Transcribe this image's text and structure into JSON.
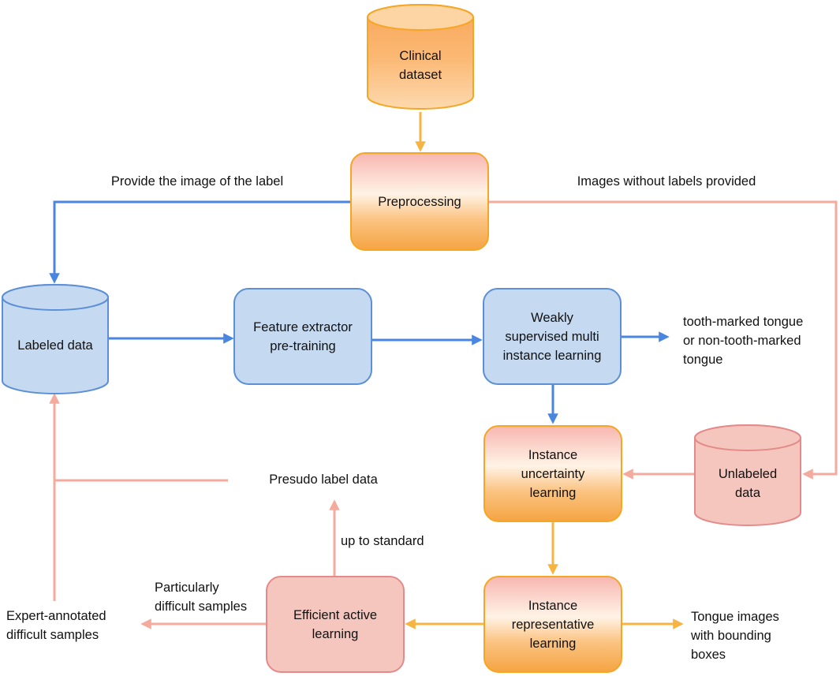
{
  "colors": {
    "blue_fill": "#c5d9f1",
    "blue_stroke": "#5b8fd6",
    "blue_arrow": "#4a86e0",
    "orange_stroke": "#f5a623",
    "orange_arrow": "#f6b443",
    "pink_fill": "#f5c6be",
    "pink_stroke": "#e58a8a",
    "pink_arrow": "#f4aa9c"
  },
  "nodes": {
    "clinical_dataset": [
      "Clinical",
      "dataset"
    ],
    "preprocessing": [
      "Preprocessing"
    ],
    "labeled_data": [
      "Labeled data"
    ],
    "feature_extractor": [
      "Feature extractor",
      "pre-training"
    ],
    "weakly_supervised": [
      "Weakly",
      "supervised multi",
      "instance learning"
    ],
    "unlabeled_data": [
      "Unlabeled",
      "data"
    ],
    "instance_uncertainty": [
      "Instance",
      "uncertainty",
      "learning"
    ],
    "instance_representative": [
      "Instance",
      "representative",
      "learning"
    ],
    "efficient_active": [
      "Efficient active",
      "learning"
    ]
  },
  "edge_labels": {
    "provide_image": "Provide the image of the label",
    "images_without_labels": "Images without labels provided",
    "output_classification": [
      "tooth-marked tongue",
      "or non-tooth-marked",
      "tongue"
    ],
    "presudo_label": "Presudo label data",
    "up_to_standard": "up to standard",
    "particularly_difficult": [
      "Particularly",
      "difficult samples"
    ],
    "expert_annotated": [
      "Expert-annotated",
      "difficult samples"
    ],
    "tongue_images": [
      "Tongue images",
      "with bounding",
      "boxes"
    ]
  }
}
